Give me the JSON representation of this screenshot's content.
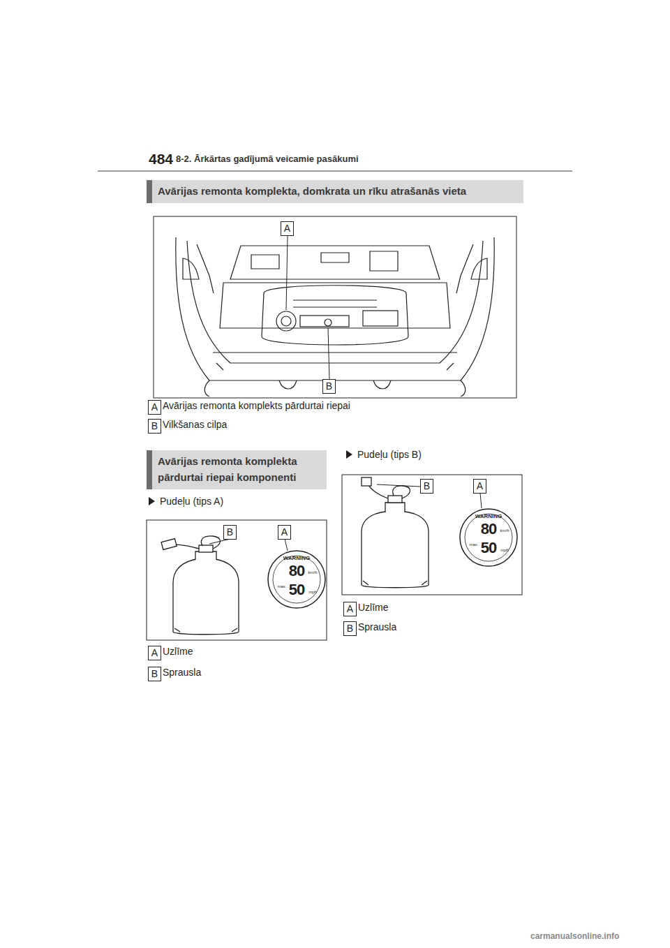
{
  "diagram": {
    "nodes": [
      {
        "text": [
          "Avārijas remonta komplekta, domkrata un rīku atrašanās vieta"
        ]
      },
      {
        "text": [
          "A"
        ]
      },
      {
        "text": [
          "B"
        ]
      },
      {
        "text": [
          "A"
        ]
      },
      {
        "text": [
          "B"
        ]
      },
      {
        "text": [
          "Avārijas remonta komplekta pārdurtai riepai komponenti"
        ]
      },
      {
        "text": [
          "B"
        ]
      },
      {
        "text": [
          "A"
        ]
      },
      {
        "text": [
          "A"
        ]
      },
      {
        "text": [
          "B"
        ]
      },
      {
        "text": [
          "B"
        ]
      },
      {
        "text": [
          "A"
        ]
      },
      {
        "text": [
          "A"
        ]
      },
      {
        "text": [
          "B"
        ]
      }
    ],
    "labels": [
      "484",
      "8-2. Ārkārtas gadījumā veicamie pasākumi",
      "Avārijas remonta komplekts pārdurtai riepai",
      "Vilkšanas cilpa",
      "Pudeļu (tips A)",
      "WARNING",
      "80",
      "50",
      "max.",
      "km/h",
      "mph",
      "Uzlīme",
      "Sprausla",
      "Pudeļu (tips B)",
      "WARNING",
      "80",
      "50",
      "max.",
      "km/h",
      "mph",
      "Uzlīme",
      "Sprausla",
      "carmanualsonline.info"
    ]
  }
}
